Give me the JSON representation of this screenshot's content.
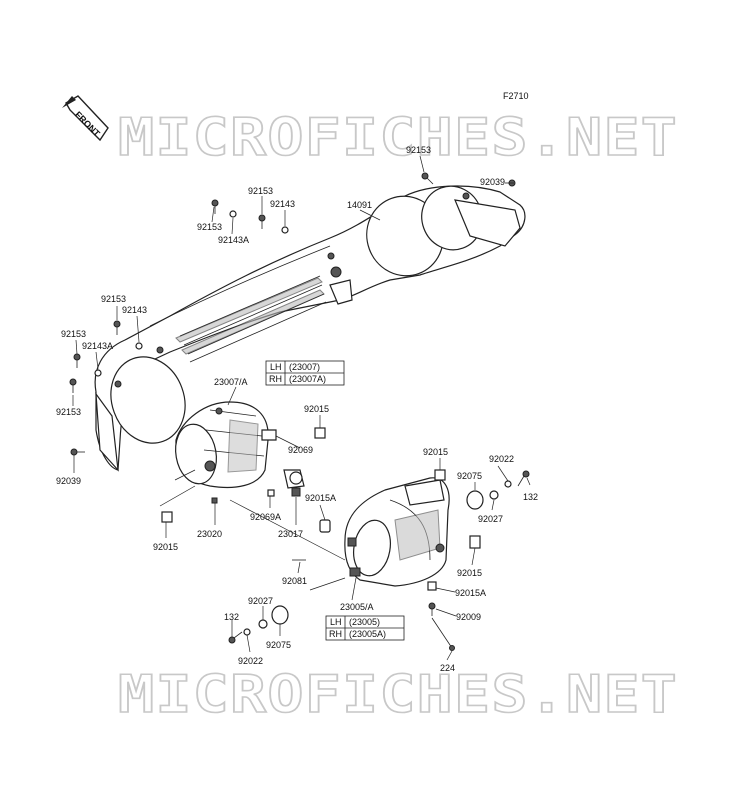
{
  "figure_code": "F2710",
  "front_label": "FRONT",
  "watermark": "MICROFICHES.NET",
  "callouts": [
    {
      "id": "92153",
      "text": "92153"
    },
    {
      "id": "92039",
      "text": "92039"
    },
    {
      "id": "14091",
      "text": "14091"
    },
    {
      "id": "92153",
      "text": "92153"
    },
    {
      "id": "92143",
      "text": "92143"
    },
    {
      "id": "92153",
      "text": "92153"
    },
    {
      "id": "92143A",
      "text": "92143A"
    },
    {
      "id": "92153",
      "text": "92153"
    },
    {
      "id": "92143",
      "text": "92143"
    },
    {
      "id": "92153",
      "text": "92153"
    },
    {
      "id": "92143A",
      "text": "92143A"
    },
    {
      "id": "92153",
      "text": "92153"
    },
    {
      "id": "92039",
      "text": "92039"
    },
    {
      "id": "23007/A",
      "text": "23007/A"
    },
    {
      "id": "92015",
      "text": "92015"
    },
    {
      "id": "92069",
      "text": "92069"
    },
    {
      "id": "92015",
      "text": "92015"
    },
    {
      "id": "92022",
      "text": "92022"
    },
    {
      "id": "92075",
      "text": "92075"
    },
    {
      "id": "132",
      "text": "132"
    },
    {
      "id": "92015A",
      "text": "92015A"
    },
    {
      "id": "92027",
      "text": "92027"
    },
    {
      "id": "92069A",
      "text": "92069A"
    },
    {
      "id": "23017",
      "text": "23017"
    },
    {
      "id": "23020",
      "text": "23020"
    },
    {
      "id": "92015",
      "text": "92015"
    },
    {
      "id": "92015",
      "text": "92015"
    },
    {
      "id": "92081",
      "text": "92081"
    },
    {
      "id": "92015A",
      "text": "92015A"
    },
    {
      "id": "23005/A",
      "text": "23005/A"
    },
    {
      "id": "92009",
      "text": "92009"
    },
    {
      "id": "92027",
      "text": "92027"
    },
    {
      "id": "132",
      "text": "132"
    },
    {
      "id": "92075",
      "text": "92075"
    },
    {
      "id": "92022",
      "text": "92022"
    },
    {
      "id": "224",
      "text": "224"
    }
  ],
  "box_upper": {
    "lh": "LH",
    "lh_part": "(23007)",
    "rh": "RH",
    "rh_part": "(23007A)"
  },
  "box_lower": {
    "lh": "LH",
    "lh_part": "(23005)",
    "rh": "RH",
    "rh_part": "(23005A)"
  }
}
